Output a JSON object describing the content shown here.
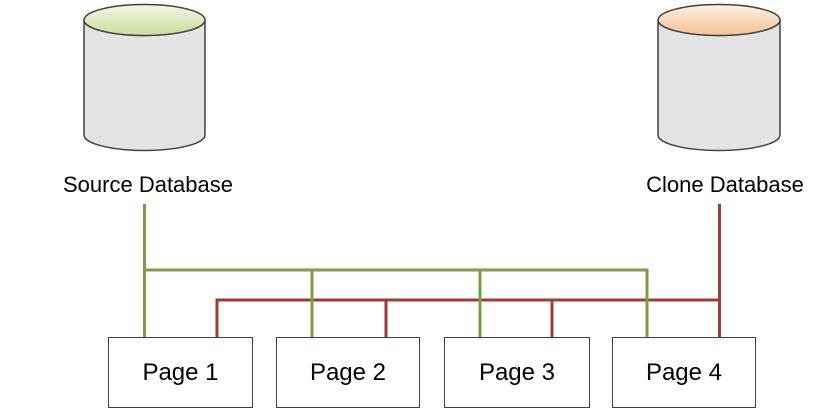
{
  "colors": {
    "background": "#FFFFFF",
    "green_line": "#7E9B49",
    "red_line": "#9C3D38",
    "shape_border": "#404040",
    "box_border": "#404040",
    "cylinder_body": "#E3E3E3",
    "source_top_light": "#F4F8E8",
    "source_top_dark": "#C8DB9B",
    "clone_top_light": "#FDF2E7",
    "clone_top_dark": "#F6BF92",
    "text": "#000000"
  },
  "source_db": {
    "label": "Source Database"
  },
  "clone_db": {
    "label": "Clone Database"
  },
  "pages": [
    {
      "label": "Page 1"
    },
    {
      "label": "Page 2"
    },
    {
      "label": "Page 3"
    },
    {
      "label": "Page 4"
    }
  ]
}
